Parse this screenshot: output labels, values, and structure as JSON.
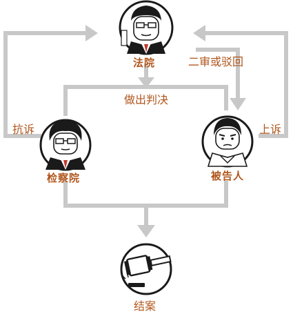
{
  "nodes": {
    "court": {
      "label": "法院",
      "figure": "judge-portrait"
    },
    "procuratorate": {
      "label": "检察院",
      "figure": "prosecutor-portrait"
    },
    "defendant": {
      "label": "被告人",
      "figure": "defendant-portrait"
    },
    "closure": {
      "label": "结案",
      "figure": "gavel-icon"
    }
  },
  "edges": {
    "verdict": "做出判决",
    "protest": "抗诉",
    "appeal": "上诉",
    "second_instance": "二审或驳回"
  },
  "colors": {
    "arrow": "#c8c8c8",
    "label": "#b0561c",
    "outline": "#1a1a1a"
  }
}
